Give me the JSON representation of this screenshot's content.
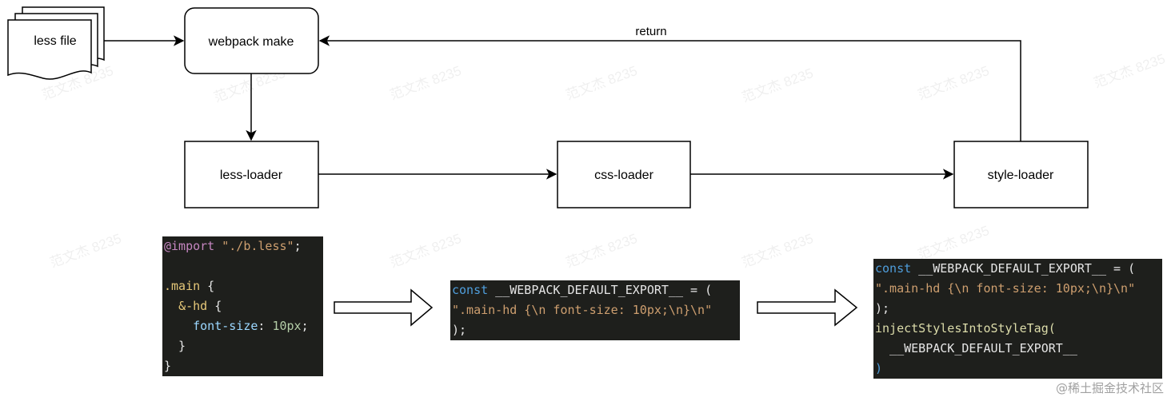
{
  "diagram": {
    "nodes": {
      "less_file": "less file",
      "webpack_make": "webpack make",
      "less_loader": "less-loader",
      "css_loader": "css-loader",
      "style_loader": "style-loader"
    },
    "edges": {
      "return_label": "return"
    },
    "watermark_text": "范文杰 8235",
    "credit": "@稀土掘金技术社区"
  },
  "code_blocks": {
    "less_source": {
      "lines": [
        [
          {
            "t": "@import",
            "k": "at"
          },
          {
            "t": " ",
            "k": "plain"
          },
          {
            "t": "\"./b.less\"",
            "k": "str"
          },
          {
            "t": ";",
            "k": "plain"
          }
        ],
        [],
        [
          {
            "t": ".main",
            "k": "sel"
          },
          {
            "t": " {",
            "k": "plain"
          }
        ],
        [
          {
            "t": "  ",
            "k": "plain"
          },
          {
            "t": "&-hd",
            "k": "sel"
          },
          {
            "t": " {",
            "k": "plain"
          }
        ],
        [
          {
            "t": "    ",
            "k": "plain"
          },
          {
            "t": "font-size",
            "k": "prop"
          },
          {
            "t": ": ",
            "k": "plain"
          },
          {
            "t": "10px",
            "k": "num"
          },
          {
            "t": ";",
            "k": "plain"
          }
        ],
        [
          {
            "t": "  }",
            "k": "plain"
          }
        ],
        [
          {
            "t": "}",
            "k": "plain"
          }
        ]
      ]
    },
    "css_loader_output": {
      "lines": [
        [
          {
            "t": "const",
            "k": "kw"
          },
          {
            "t": " __WEBPACK_DEFAULT_EXPORT__ = (",
            "k": "plain"
          }
        ],
        [
          {
            "t": "\".main-hd {\\n font-size: 10px;\\n}\\n\"",
            "k": "str"
          }
        ],
        [
          {
            "t": ");",
            "k": "plain"
          }
        ]
      ]
    },
    "style_loader_output": {
      "lines": [
        [
          {
            "t": "const",
            "k": "kw"
          },
          {
            "t": " __WEBPACK_DEFAULT_EXPORT__ = (",
            "k": "plain"
          }
        ],
        [
          {
            "t": "\".main-hd {\\n font-size: 10px;\\n}\\n\"",
            "k": "str"
          }
        ],
        [
          {
            "t": ");",
            "k": "plain"
          }
        ],
        [
          {
            "t": "injectStylesIntoStyleTag(",
            "k": "fn"
          }
        ],
        [
          {
            "t": "  __WEBPACK_DEFAULT_EXPORT__",
            "k": "plain"
          }
        ],
        [
          {
            "t": ")",
            "k": "kw"
          }
        ]
      ]
    }
  },
  "colors": {
    "stroke": "#000000",
    "code_background": "#1e1f1c",
    "credit_text": "#a0a0a0"
  }
}
